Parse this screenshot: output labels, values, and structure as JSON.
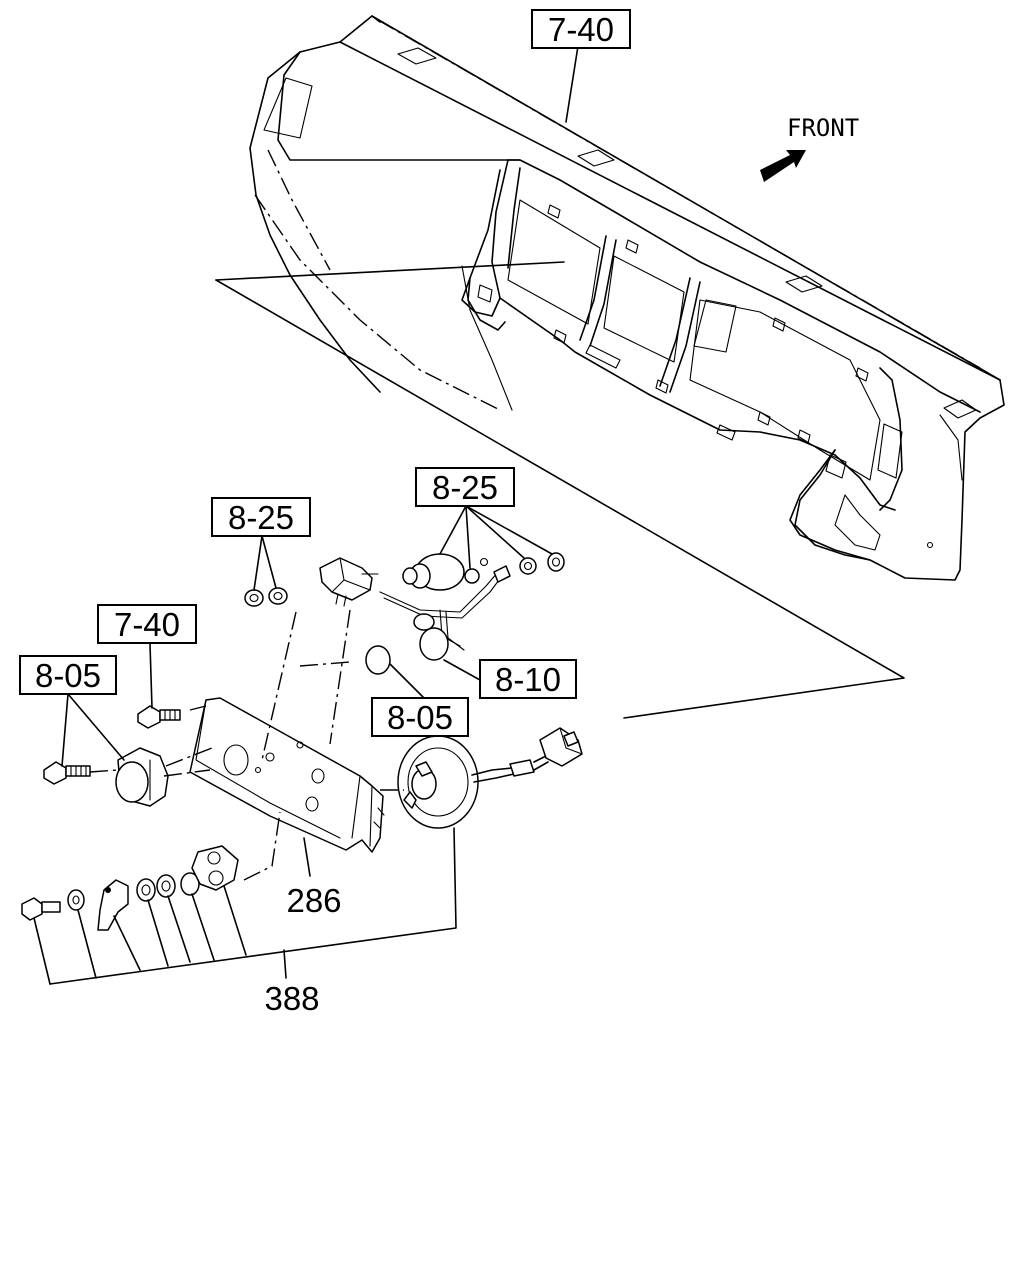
{
  "direction_label": "FRONT",
  "boxed_callouts": {
    "dashboard": "7-40",
    "bolt_upper": "7-40",
    "bracket_left": "8-05",
    "bracket_right": "8-05",
    "nut_small": "8-25",
    "nut_right": "8-25",
    "relay": "8-10"
  },
  "plain_callouts": {
    "bracket": "286",
    "horn_kit": "388"
  }
}
